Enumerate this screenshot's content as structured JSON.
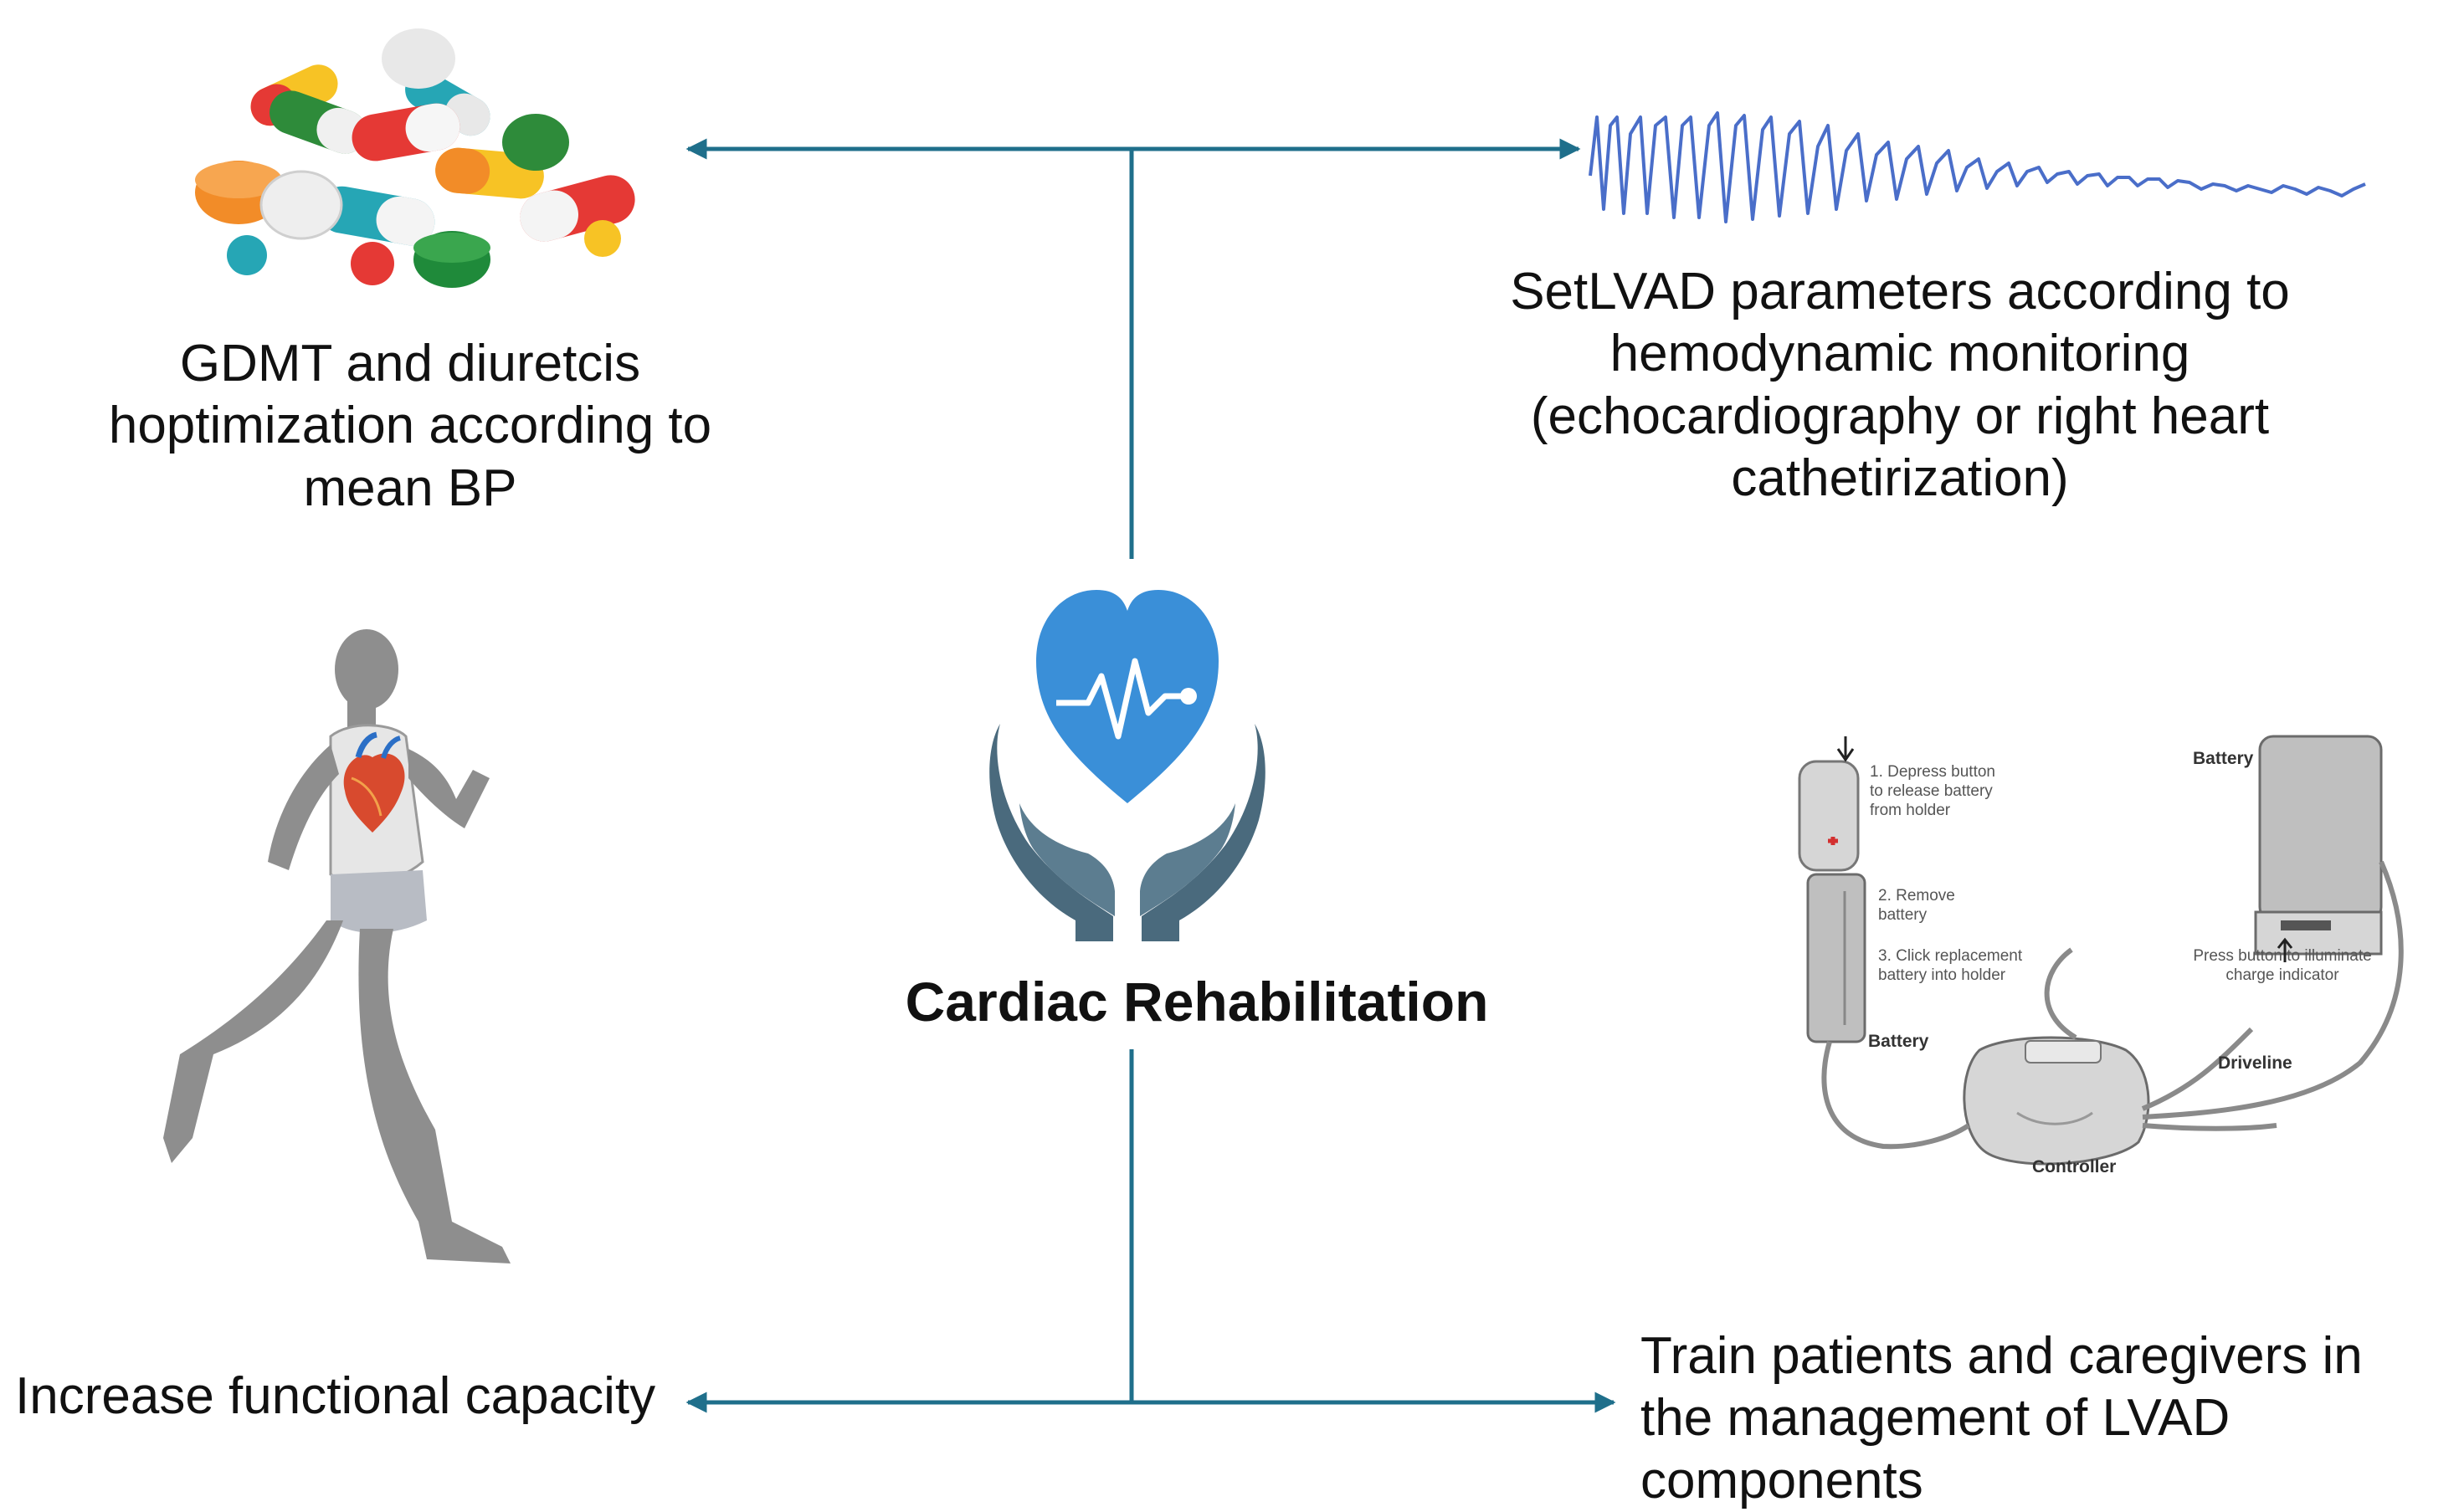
{
  "center": {
    "title": "Cardiac Rehabilitation",
    "icon": "heart-in-hands-icon",
    "accent": "#3a8fd8",
    "hands_color": "#4a6a7d"
  },
  "arrows": {
    "color": "#1f6f8b"
  },
  "nodes": {
    "top_left": {
      "label": "GDMT and diuretcis hoptimization according to mean BP",
      "icon": "pills-icon"
    },
    "top_right": {
      "label": "SetLVAD parameters according to hemodynamic monitoring (echocardiography or right heart cathetirization)",
      "icon": "ecg-waveform-icon"
    },
    "bottom_left": {
      "label": "Increase functional capacity",
      "icon": "runner-icon"
    },
    "bottom_right": {
      "label": "Train patients and caregivers in the management of LVAD components",
      "icon": "lvad-device-icon"
    }
  },
  "lvad_diagram": {
    "step1": "1. Depress button to release battery from holder",
    "step2": "2. Remove battery",
    "step3": "3. Click replacement battery into holder",
    "battery_left": "Battery",
    "battery_right": "Battery",
    "charge_note": "Press button to illuminate charge indicator",
    "driveline": "Driveline",
    "controller": "Controller"
  }
}
